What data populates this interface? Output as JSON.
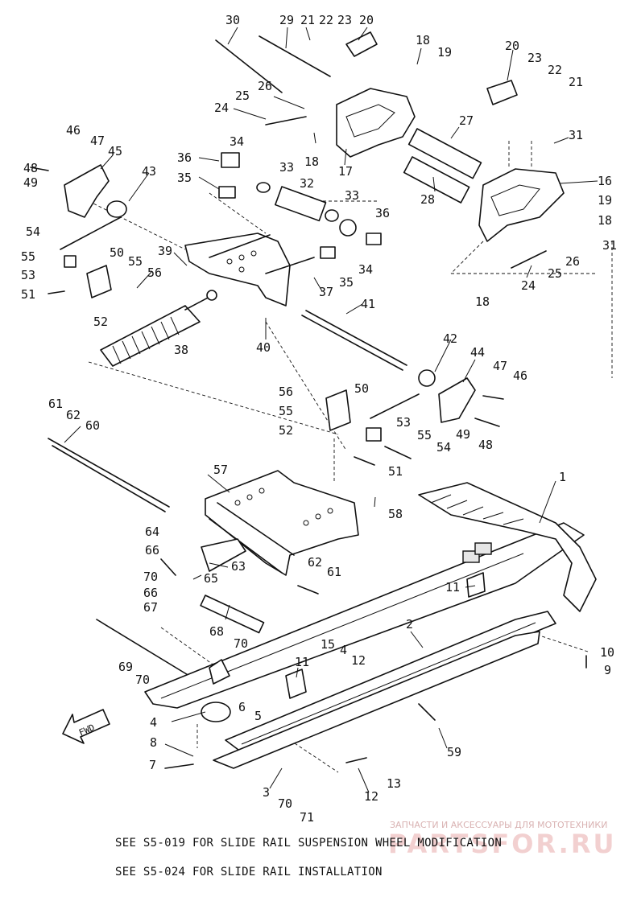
{
  "diagram": {
    "callouts": [
      "30",
      "29",
      "21",
      "22",
      "23",
      "20",
      "18",
      "19",
      "26",
      "25",
      "24",
      "20",
      "23",
      "22",
      "21",
      "27",
      "31",
      "34",
      "36",
      "33",
      "35",
      "18",
      "17",
      "46",
      "47",
      "45",
      "48",
      "49",
      "43",
      "32",
      "33",
      "36",
      "16",
      "19",
      "18",
      "28",
      "34",
      "35",
      "54",
      "55",
      "53",
      "50",
      "55",
      "56",
      "39",
      "26",
      "31",
      "25",
      "24",
      "51",
      "52",
      "37",
      "18",
      "38",
      "41",
      "40",
      "42",
      "44",
      "47",
      "46",
      "56",
      "50",
      "55",
      "52",
      "53",
      "55",
      "54",
      "49",
      "48",
      "61",
      "62",
      "60",
      "51",
      "57",
      "58",
      "1",
      "64",
      "66",
      "63",
      "62",
      "61",
      "70",
      "65",
      "66",
      "67",
      "11",
      "68",
      "70",
      "2",
      "15",
      "4",
      "12",
      "10",
      "69",
      "70",
      "11",
      "9",
      "6",
      "5",
      "4",
      "59",
      "8",
      "7",
      "12",
      "13",
      "3",
      "70",
      "71"
    ],
    "fwd_label": "FWD"
  },
  "notes": [
    "SEE S5-019 FOR SLIDE RAIL SUSPENSION  WHEEL MODIFICATION",
    "SEE S5-024 FOR SLIDE RAIL INSTALLATION"
  ],
  "watermark": {
    "caption": "ЗАПЧАСТИ И АКСЕССУАРЫ ДЛЯ МОТОТЕХНИКИ",
    "logo": "PARTSFOR.RU"
  }
}
